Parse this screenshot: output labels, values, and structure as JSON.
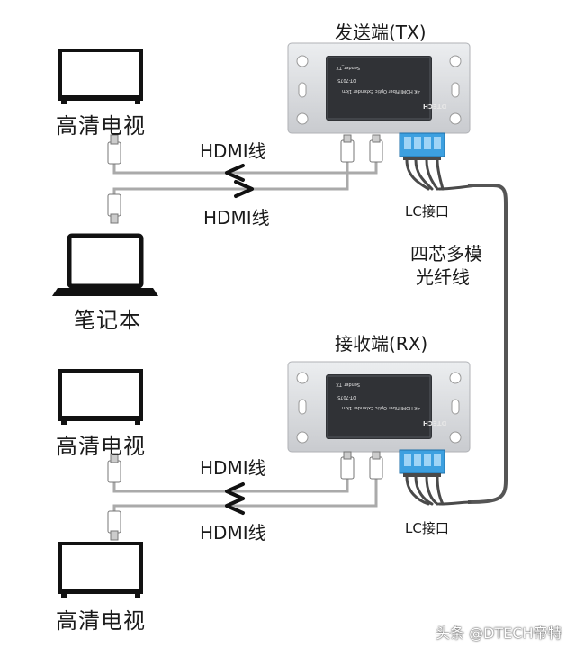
{
  "tx": {
    "title": "发送端(TX)",
    "plate_brand": "DTECH",
    "plate_line1": "4K HDMI Fiber Optic Extender 1km",
    "plate_line2": "DT-7075",
    "plate_line3": "Sender_TX",
    "port_label": "LC接口"
  },
  "rx": {
    "title": "接收端(RX)",
    "plate_brand": "DTECH",
    "plate_line1": "4K HDMI Fiber Optic Extender 1km",
    "plate_line2": "DT-7075",
    "plate_line3": "Sender_TX",
    "port_label": "LC接口"
  },
  "devices": {
    "tv": "高清电视",
    "laptop": "笔记本"
  },
  "cables": {
    "hdmi": "HDMI线",
    "fiber_line1": "四芯多模",
    "fiber_line2": "光纤线"
  },
  "watermark": "头条 @DTECH帝特",
  "colors": {
    "port_blue": "#3da0e0",
    "cable_dark": "#4a4a4a",
    "box_grey": "#dcdde0"
  }
}
